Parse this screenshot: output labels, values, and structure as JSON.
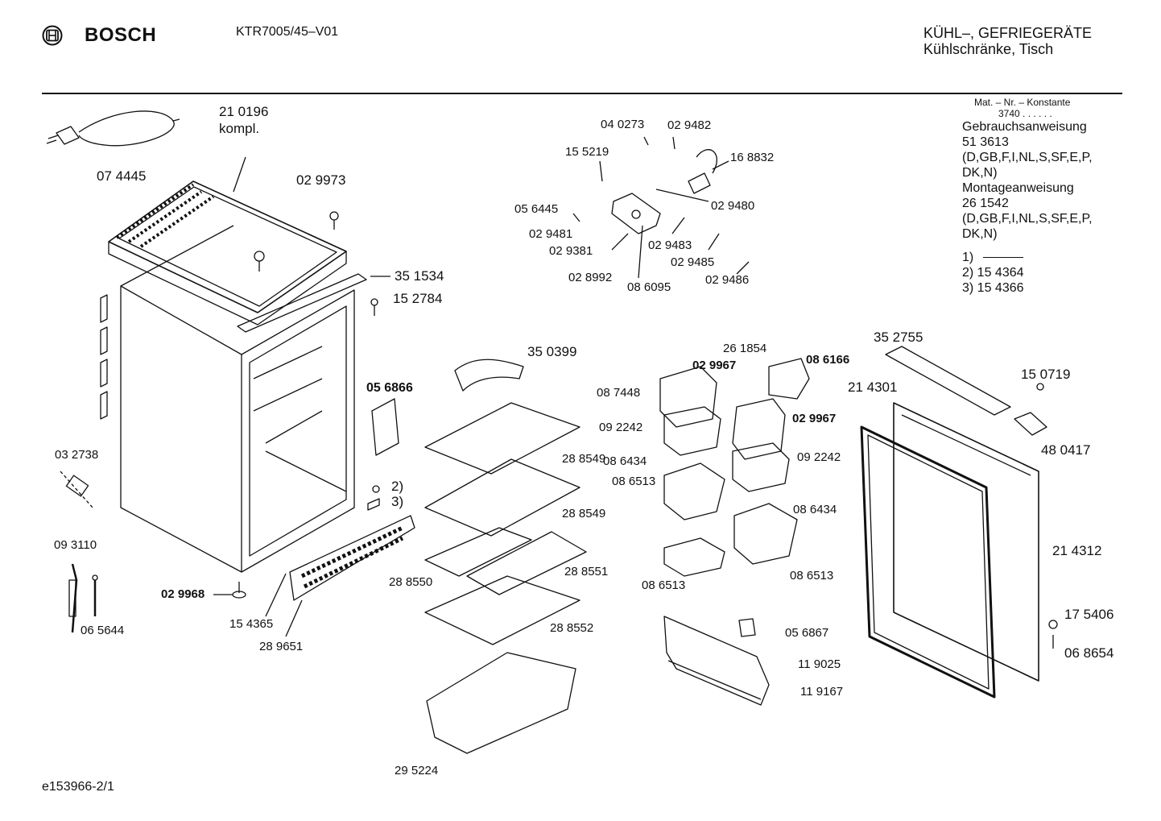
{
  "header": {
    "brand": "BOSCH",
    "model": "KTR7005/45–V01",
    "category": "KÜHL–, GEFRIEGERÄTE",
    "subcategory": "Kühlschränke, Tisch"
  },
  "footer": {
    "doc_id": "e153966-2/1"
  },
  "info": {
    "konstante_label": "Mat. – Nr. – Konstante",
    "konstante_value": "3740 . . . . . .",
    "gebrauch_label": "Gebrauchsanweisung",
    "gebrauch_nr": "51 3613",
    "gebrauch_lang1": "(D,GB,F,I,NL,S,SF,E,P,",
    "gebrauch_lang2": "DK,N)",
    "montage_label": "Montageanweisung",
    "montage_nr": "26 1542",
    "montage_lang1": "(D,GB,F,I,NL,S,SF,E,P,",
    "montage_lang2": "DK,N)",
    "note1_key": "1)",
    "note2": "2)  15 4364",
    "note3": "3)  15 4366"
  },
  "parts": {
    "p210196": "21 0196",
    "kompl": "kompl.",
    "p074445": "07 4445",
    "p029973": "02 9973",
    "p351534": "35 1534",
    "p152784": "15 2784",
    "p056866": "05 6866",
    "p032738": "03 2738",
    "p093110": "09 3110",
    "p065644": "06 5644",
    "p029968": "02 9968",
    "p154365": "15 4365",
    "p289651": "28 9651",
    "n2": "2)",
    "n3": "3)",
    "p040273": "04 0273",
    "p029482": "02 9482",
    "p155219": "15 5219",
    "p168832": "16 8832",
    "p056445": "05 6445",
    "p029480": "02 9480",
    "p029481": "02 9481",
    "p029381": "02 9381",
    "p029483": "02 9483",
    "p029485": "02 9485",
    "p028992": "02 8992",
    "p086095": "08 6095",
    "p029486": "02 9486",
    "p350399": "35 0399",
    "p288549a": "28 8549",
    "p288549b": "28 8549",
    "p288550": "28 8550",
    "p288551": "28 8551",
    "p288552": "28 8552",
    "p295224": "29 5224",
    "p261854": "26 1854",
    "p029967a": "02 9967",
    "p086166": "08 6166",
    "p087448": "08 7448",
    "p092242a": "09 2242",
    "p029967b": "02 9967",
    "p092242b": "09 2242",
    "p086434a": "08 6434",
    "p086513a": "08 6513",
    "p086434b": "08 6434",
    "p086513b": "08 6513",
    "p086513c": "08 6513",
    "p056867": "05 6867",
    "p119025": "11 9025",
    "p119167": "11 9167",
    "p352755": "35 2755",
    "p150719": "15 0719",
    "p214301": "21 4301",
    "p480417": "48 0417",
    "p214312": "21 4312",
    "p175406": "17 5406",
    "p068654": "06 8654"
  }
}
